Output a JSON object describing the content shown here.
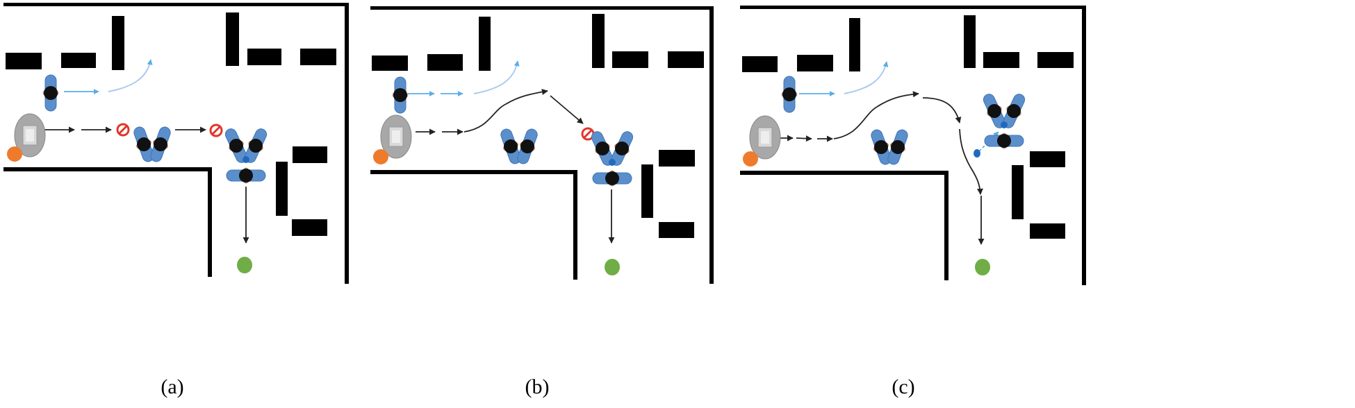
{
  "panels": [
    {
      "caption": "(a)"
    },
    {
      "caption": "(b)"
    },
    {
      "caption": "(c)"
    }
  ],
  "colors": {
    "wall": "#000000",
    "person": "#5b8fcc",
    "head": "#111111",
    "shoulder": "#c49a7c",
    "robot_base": "#a8a8a8",
    "robot_body": "#cfcfcf",
    "start": "#ee7b2c",
    "goal": "#70ad47",
    "trajectory": "#222222",
    "person_path": "#5aaee8",
    "blocked": "#e2362a",
    "person_marker": "#1f6ac0"
  }
}
